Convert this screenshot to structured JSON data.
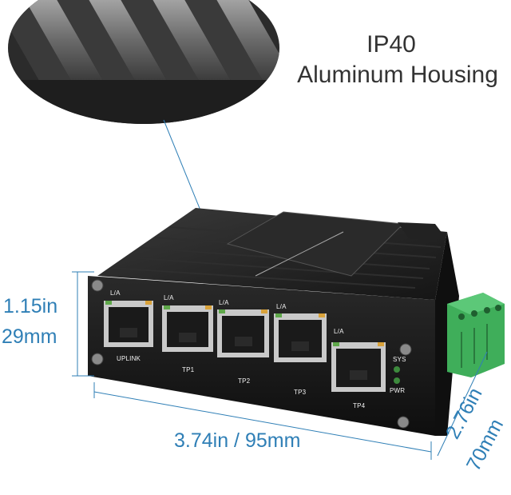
{
  "callout": {
    "line1": "IP40",
    "line2": "Aluminum Housing"
  },
  "dimensions": {
    "height_in": "1.15in",
    "height_mm": "29mm",
    "width": "3.74in / 95mm",
    "depth_in": "2.76in",
    "depth_mm": "70mm"
  },
  "front_panel": {
    "la_labels": [
      "L/A",
      "L/A",
      "L/A",
      "L/A",
      "L/A"
    ],
    "port_labels": [
      "UPLINK",
      "TP1",
      "TP2",
      "TP3",
      "TP4"
    ],
    "sys_label": "SYS",
    "pwr_label": "PWR"
  },
  "colors": {
    "dimension_blue": "#2f7fb6",
    "housing": "#1c1c1c",
    "terminal_green": "#3fae5a"
  }
}
